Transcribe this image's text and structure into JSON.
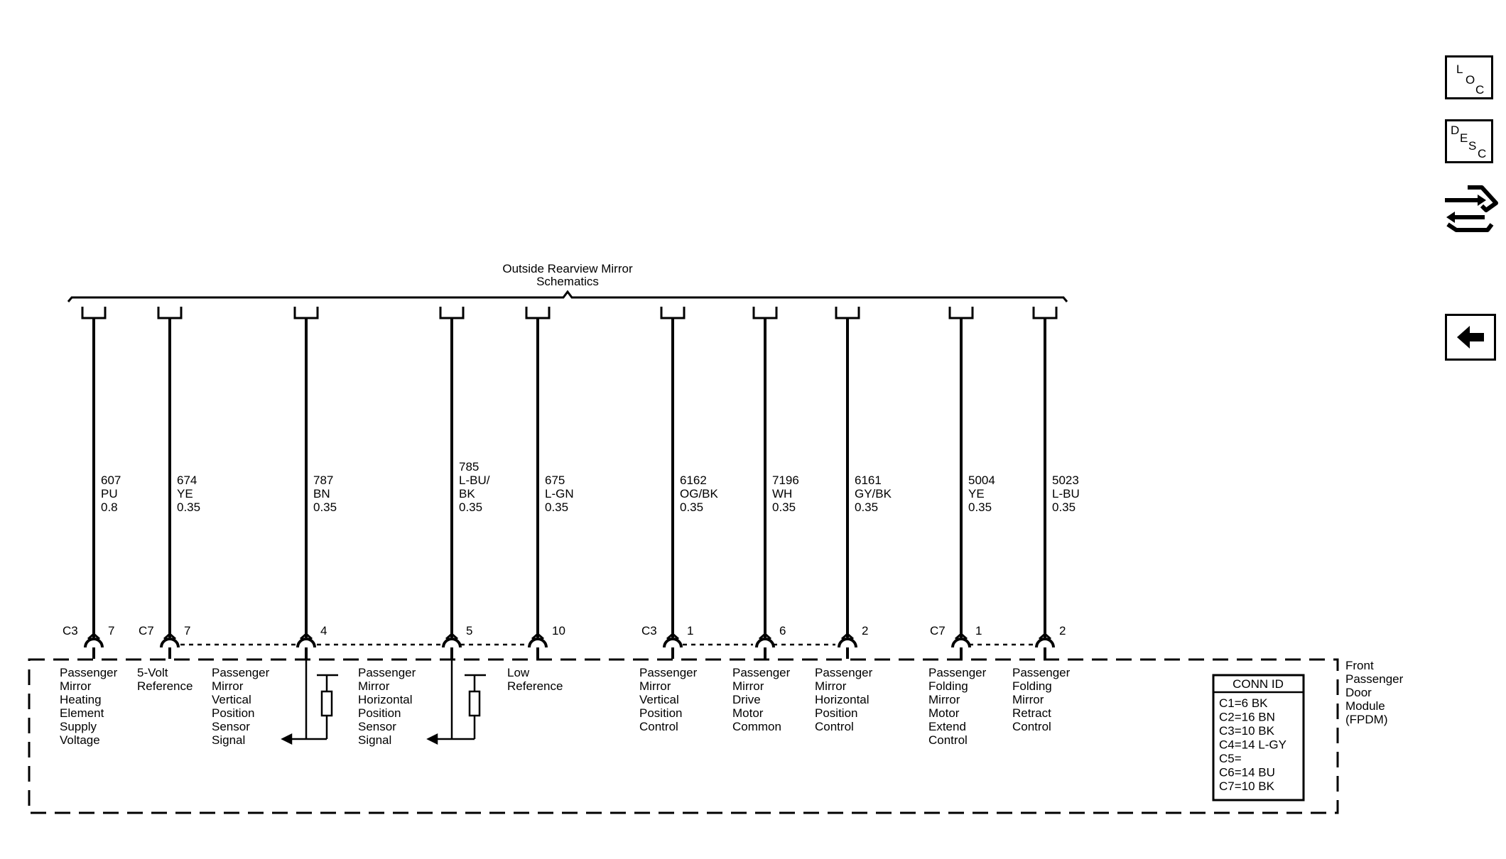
{
  "schematic_ref": [
    "Outside Rearview Mirror",
    "Schematics"
  ],
  "wires": [
    {
      "circuit": "607",
      "color": [
        "PU"
      ],
      "size": "0.8",
      "connector": "C3",
      "pin": "7",
      "desc": [
        "Passenger",
        "Mirror",
        "Heating",
        "Element",
        "Supply",
        "Voltage"
      ]
    },
    {
      "circuit": "674",
      "color": [
        "YE"
      ],
      "size": "0.35",
      "connector": "C7",
      "pin": "7",
      "desc": [
        "5-Volt",
        "Reference"
      ]
    },
    {
      "circuit": "787",
      "color": [
        "BN"
      ],
      "size": "0.35",
      "connector": "",
      "pin": "4",
      "desc": [
        "Passenger",
        "Mirror",
        "Vertical",
        "Position",
        "Sensor",
        "Signal"
      ]
    },
    {
      "circuit": "785",
      "color": [
        "L-BU/",
        "BK"
      ],
      "size": "0.35",
      "connector": "",
      "pin": "5",
      "desc": [
        "Passenger",
        "Mirror",
        "Horizontal",
        "Position",
        "Sensor",
        "Signal"
      ]
    },
    {
      "circuit": "675",
      "color": [
        "L-GN"
      ],
      "size": "0.35",
      "connector": "",
      "pin": "10",
      "desc": [
        "Low",
        "Reference"
      ]
    },
    {
      "circuit": "6162",
      "color": [
        "OG/BK"
      ],
      "size": "0.35",
      "connector": "C3",
      "pin": "1",
      "desc": [
        "Passenger",
        "Mirror",
        "Vertical",
        "Position",
        "Control"
      ]
    },
    {
      "circuit": "7196",
      "color": [
        "WH"
      ],
      "size": "0.35",
      "connector": "",
      "pin": "6",
      "desc": [
        "Passenger",
        "Mirror",
        "Drive",
        "Motor",
        "Common"
      ]
    },
    {
      "circuit": "6161",
      "color": [
        "GY/BK"
      ],
      "size": "0.35",
      "connector": "",
      "pin": "2",
      "desc": [
        "Passenger",
        "Mirror",
        "Horizontal",
        "Position",
        "Control"
      ]
    },
    {
      "circuit": "5004",
      "color": [
        "YE"
      ],
      "size": "0.35",
      "connector": "C7",
      "pin": "1",
      "desc": [
        "Passenger",
        "Folding",
        "Mirror",
        "Motor",
        "Extend",
        "Control"
      ]
    },
    {
      "circuit": "5023",
      "color": [
        "L-BU"
      ],
      "size": "0.35",
      "connector": "",
      "pin": "2",
      "desc": [
        "Passenger",
        "Folding",
        "Mirror",
        "Retract",
        "Control"
      ]
    }
  ],
  "module_name": [
    "Front",
    "Passenger",
    "Door",
    "Module",
    "(FPDM)"
  ],
  "conn_id": {
    "title": "CONN ID",
    "rows": [
      "C1=6 BK",
      "C2=16 BN",
      "C3=10 BK",
      "C4=14 L-GY",
      "C5=",
      "C6=14 BU",
      "C7=10 BK"
    ]
  },
  "sidebar": {
    "loc_letters": [
      "L",
      "O",
      "C"
    ],
    "desc_letters": [
      "D",
      "E",
      "S",
      "C"
    ],
    "icons": [
      "location-button",
      "description-button",
      "power-transfer-icon",
      "back-arrow-icon"
    ]
  }
}
